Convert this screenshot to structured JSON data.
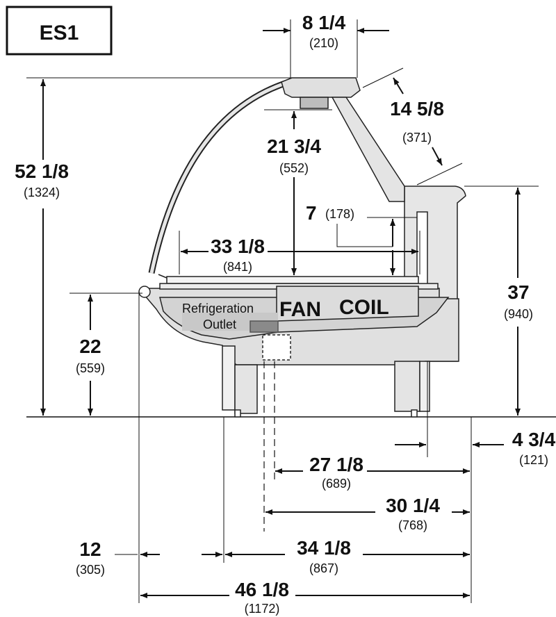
{
  "tag": "ES1",
  "labels": {
    "refrigeration_line1": "Refrigeration",
    "refrigeration_line2": "Outlet",
    "fan": "FAN",
    "coil": "COIL"
  },
  "dimensions": {
    "top_width": {
      "imperial": "8 1/4",
      "metric": "(210)"
    },
    "glass": {
      "imperial": "14 5/8",
      "metric": "(371)"
    },
    "opening": {
      "imperial": "21 3/4",
      "metric": "(552)"
    },
    "overall_height": {
      "imperial": "52 1/8",
      "metric": "(1324)"
    },
    "shelf_gap": {
      "imperial": "7",
      "metric": "(178)"
    },
    "deck_depth": {
      "imperial": "33 1/8",
      "metric": "(841)"
    },
    "rear_height": {
      "imperial": "37",
      "metric": "(940)"
    },
    "front_height": {
      "imperial": "22",
      "metric": "(559)"
    },
    "rear_offset": {
      "imperial": "4 3/4",
      "metric": "(121)"
    },
    "outlet_to_back": {
      "imperial": "27 1/8",
      "metric": "(689)"
    },
    "drain_to_back": {
      "imperial": "30 1/4",
      "metric": "(768)"
    },
    "front_overhang": {
      "imperial": "12",
      "metric": "(305)"
    },
    "leg_to_back": {
      "imperial": "34 1/8",
      "metric": "(867)"
    },
    "overall_depth": {
      "imperial": "46 1/8",
      "metric": "(1172)"
    }
  }
}
